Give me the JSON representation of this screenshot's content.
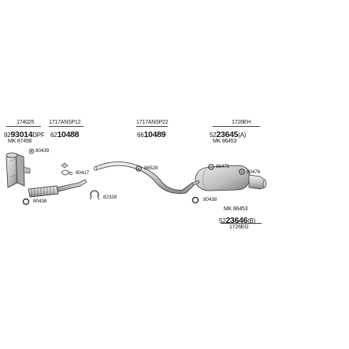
{
  "groups": {
    "g1": {
      "code": "174025",
      "part_prefix": "92",
      "part_main": "93014",
      "part_suffix": "DPF",
      "mk": "MK 87496"
    },
    "g2": {
      "code": "1717ANSP12",
      "part_prefix": "62",
      "part_main": "10488"
    },
    "g3": {
      "code": "1717ANSP22",
      "part_prefix": "66",
      "part_main": "10489"
    },
    "g4": {
      "code": "1726EH",
      "part_prefix": "52",
      "part_main": "23645",
      "part_suffix": "(A)",
      "mk": "MK 86453"
    },
    "g5": {
      "mk": "MK 86453",
      "part_prefix": "52",
      "part_main": "23646",
      "part_suffix": "(B)",
      "code": "1726EG"
    }
  },
  "part_refs": {
    "p80439": "80439",
    "p80438_left": "80438",
    "p80417": "80417",
    "p82328": "82328",
    "p86528": "86528",
    "p86476": "86476",
    "p80476": "80476",
    "p80438_right": "80438"
  },
  "colors": {
    "ink": "#1a1a1a",
    "part_fill": "#d4d4d4",
    "part_shade": "#9a9a9a",
    "line": "#444444"
  }
}
